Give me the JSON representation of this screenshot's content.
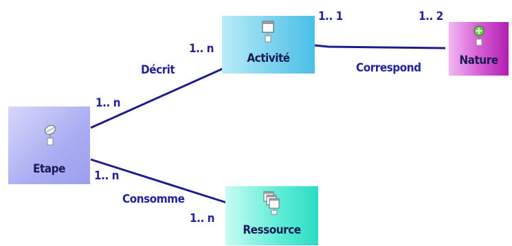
{
  "diagram": {
    "entities": {
      "etape": {
        "label": "Etape",
        "icon": "gear-leaf-icon",
        "color": "#a9acf2"
      },
      "activite": {
        "label": "Activité",
        "icon": "document-icon",
        "color": "#7bd2ee"
      },
      "nature": {
        "label": "Nature",
        "icon": "green-plus-leaf-icon",
        "color": "#d65fd6"
      },
      "ressource": {
        "label": "Ressource",
        "icon": "stacked-documents-icon",
        "color": "#63eed9"
      }
    },
    "relations": {
      "decrit": {
        "label": "Décrit",
        "from_mult": "1.. n",
        "to_mult": "1.. n"
      },
      "consomme": {
        "label": "Consomme",
        "from_mult": "1.. n",
        "to_mult": "1.. n"
      },
      "correspond": {
        "label": "Correspond",
        "from_mult": "1.. 1",
        "to_mult": "1.. 2"
      }
    },
    "line_color": "#1c1c8f"
  }
}
